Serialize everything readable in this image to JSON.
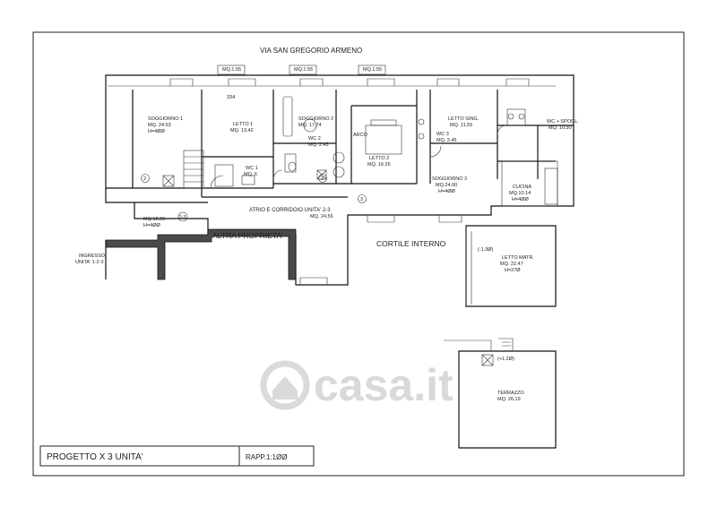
{
  "street": "VIA SAN GREGORIO ARMENO",
  "balconies": [
    "MQ.1.55",
    "MQ.1.55",
    "MQ.1.55"
  ],
  "dimension_334": "334",
  "rooms": {
    "soggiorno1": {
      "name": "SOGGIORNO 1",
      "area": "MQ. 24.53",
      "height": "H=4ØØ"
    },
    "letto1": {
      "name": "LETTO 1",
      "area": "MQ. 13.42"
    },
    "soggiorno2": {
      "name": "SOGGIORNO 2",
      "area": "MQ. 17.74"
    },
    "wc2": {
      "name": "WC 2",
      "area": "MQ. 2.43"
    },
    "wc1": {
      "name": "WC 1",
      "area": "MQ. 6"
    },
    "arco": {
      "name": "ARCO"
    },
    "letto2": {
      "name": "LETTO 2",
      "area": "MQ. 16.26"
    },
    "letto_sing": {
      "name": "LETTO SING.",
      "area": "MQ. 11.55"
    },
    "wc3": {
      "name": "WC 3",
      "area": "MQ. 2.45"
    },
    "wc_spogl": {
      "name": "WC + SPOGL.",
      "area": "MQ. 10.30"
    },
    "soggiorno3": {
      "name": "SOGGIORNO 3",
      "area": "MQ.24.00",
      "height": "H=4ØØ"
    },
    "cucina": {
      "name": "CUCINA",
      "area": "MQ.10.14",
      "height": "H=4ØØ"
    },
    "ingresso_small": {
      "area": "MQ.12.20",
      "height": "H=4ØØ"
    },
    "atrio": {
      "name": "ATRIO E CORRIDOIO UNITA' 2-3",
      "area": "MQ. 24.56"
    },
    "altra": {
      "name": "ALTRA PROPRIETA'"
    },
    "cortile": {
      "name": "CORTILE INTERNO"
    },
    "letto_matr": {
      "name": "LETTO MATR.",
      "area": "MQ. 22.47",
      "height": "H=27Ø"
    },
    "terrazzo": {
      "name": "TERRAZZO",
      "area": "MQ. 26.19"
    }
  },
  "ingresso": [
    "INGRESSO",
    "UNITA' 1-2-3"
  ],
  "markers": [
    "2",
    "3",
    "2-3"
  ],
  "levels": [
    "(-1.3Ø)",
    "(+1.2Ø)"
  ],
  "title_block": {
    "project": "PROGETTO X 3 UNITA'",
    "scale": "RAPP.1:1ØØ"
  },
  "watermark": "casa.it"
}
